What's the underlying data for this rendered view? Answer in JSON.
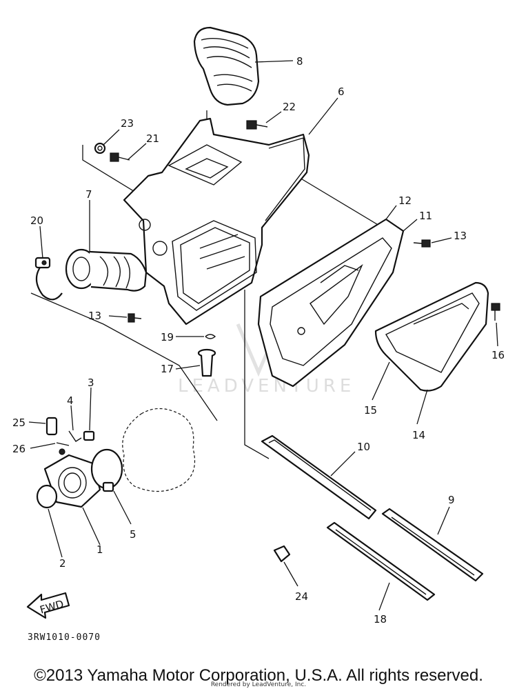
{
  "diagram": {
    "callouts": [
      "1",
      "2",
      "3",
      "4",
      "5",
      "6",
      "7",
      "8",
      "9",
      "10",
      "11",
      "12",
      "13",
      "13",
      "14",
      "15",
      "16",
      "17",
      "18",
      "19",
      "20",
      "21",
      "22",
      "23",
      "24",
      "25",
      "26"
    ],
    "fwd_label": "FWD",
    "watermark": "LEADVENTURE",
    "diagram_code": "3RW1010-0070"
  },
  "footer": {
    "copyright": "©2013 Yamaha Motor Corporation, U.S.A. All rights reserved.",
    "rendered_by": "Rendered by LeadVenture, Inc."
  }
}
